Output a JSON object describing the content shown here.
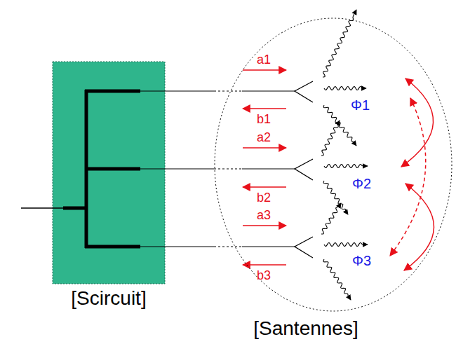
{
  "diagram": {
    "nodes": [
      {
        "text": [
          "[Scircuit]"
        ]
      },
      {
        "text": [
          "[Santennes]"
        ]
      }
    ],
    "labels": [
      "a1",
      "b1",
      "a2",
      "b2",
      "a3",
      "b3",
      "Φ1",
      "Φ2",
      "Φ3"
    ]
  }
}
